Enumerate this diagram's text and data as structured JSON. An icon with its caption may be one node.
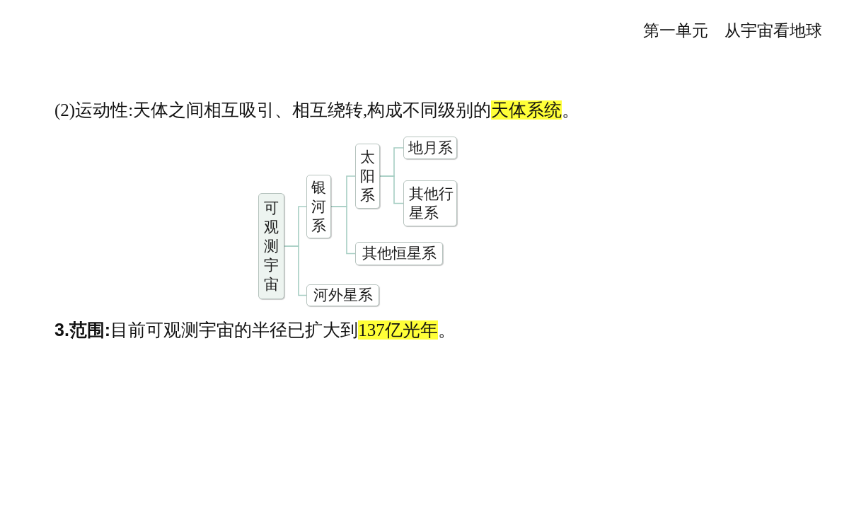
{
  "diagram": {
    "nodes": [
      {
        "text": [
          "可观测宇宙"
        ]
      },
      {
        "text": [
          "银河系"
        ]
      },
      {
        "text": [
          "太阳系"
        ]
      },
      {
        "text": [
          "地月系"
        ]
      },
      {
        "text": [
          "其他行星系"
        ]
      },
      {
        "text": [
          "其他恒星系"
        ]
      },
      {
        "text": [
          "河外星系"
        ]
      }
    ],
    "edges": [
      {
        "from": 0,
        "to": 1,
        "arrow": "none"
      },
      {
        "from": 0,
        "to": 6,
        "arrow": "none"
      },
      {
        "from": 1,
        "to": 2,
        "arrow": "none"
      },
      {
        "from": 1,
        "to": 5,
        "arrow": "none"
      },
      {
        "from": 2,
        "to": 3,
        "arrow": "none"
      },
      {
        "from": 2,
        "to": 4,
        "arrow": "none"
      }
    ],
    "labels": [
      "第一单元　从宇宙看地球",
      "(2)运动性:天体之间相互吸引、相互绕转,构成不同级别的天体系统。",
      "**3.范围:**目前可观测宇宙的半径已扩大到137亿光年。"
    ]
  }
}
